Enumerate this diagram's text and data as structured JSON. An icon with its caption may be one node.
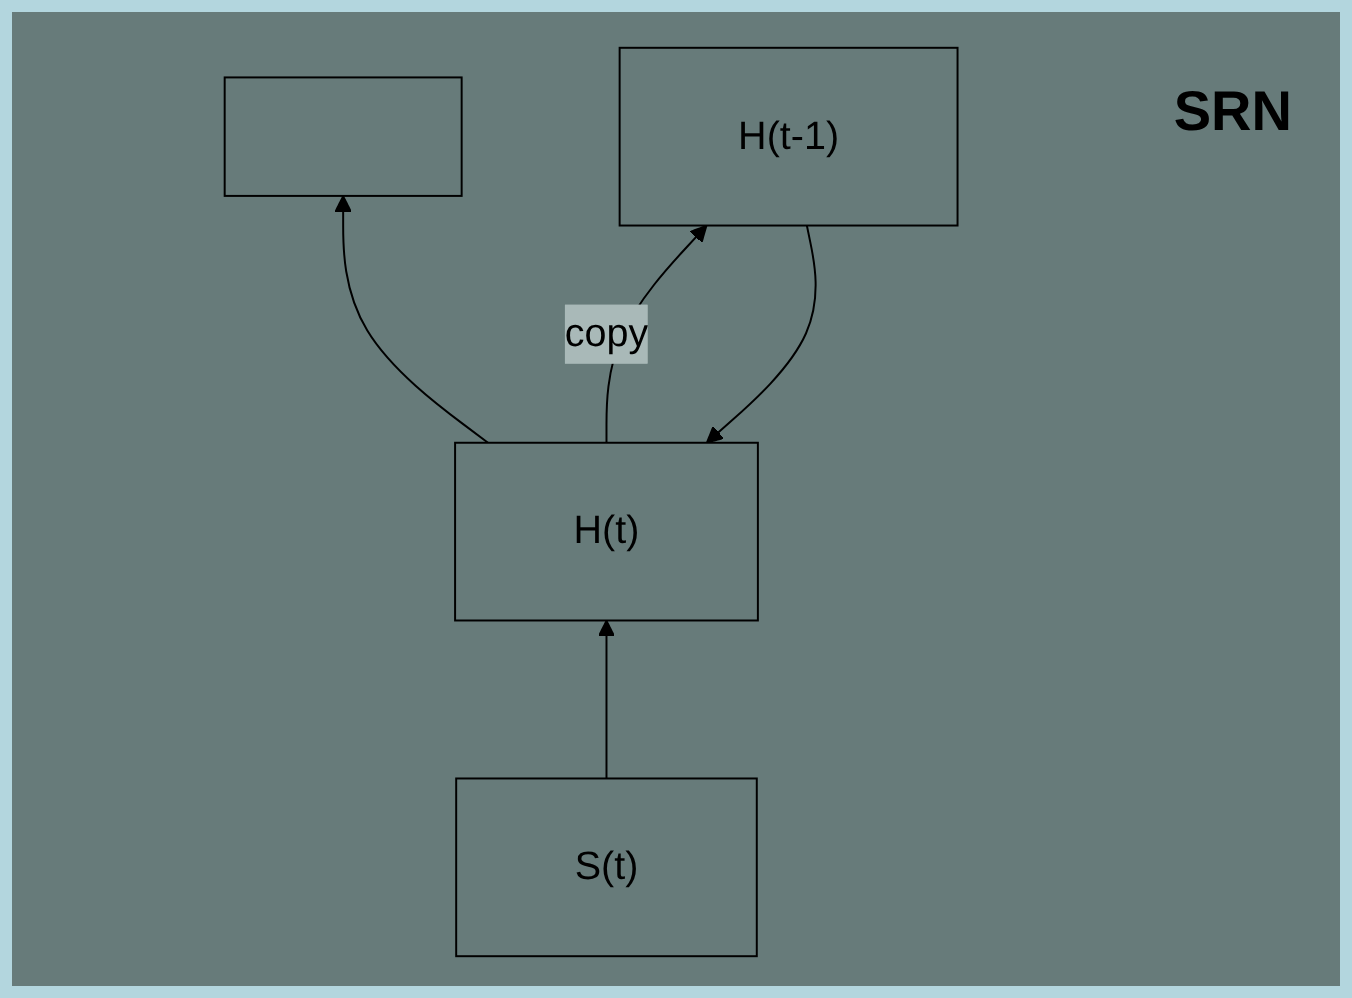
{
  "diagram": {
    "title": "SRN",
    "nodes": [
      {
        "text": [],
        "shape": "box"
      },
      {
        "text": [
          "H(t)"
        ]
      },
      {
        "text": [
          "S(t)"
        ]
      },
      {
        "text": [
          "H(t-1)"
        ]
      }
    ],
    "edges": [
      {
        "from": 1,
        "to": 0,
        "arrow": "to"
      },
      {
        "from": 2,
        "to": 1,
        "arrow": "to"
      },
      {
        "from": 1,
        "to": 3,
        "label": "copy",
        "arrow": "to"
      },
      {
        "from": 3,
        "to": 1,
        "arrow": "to"
      }
    ]
  }
}
